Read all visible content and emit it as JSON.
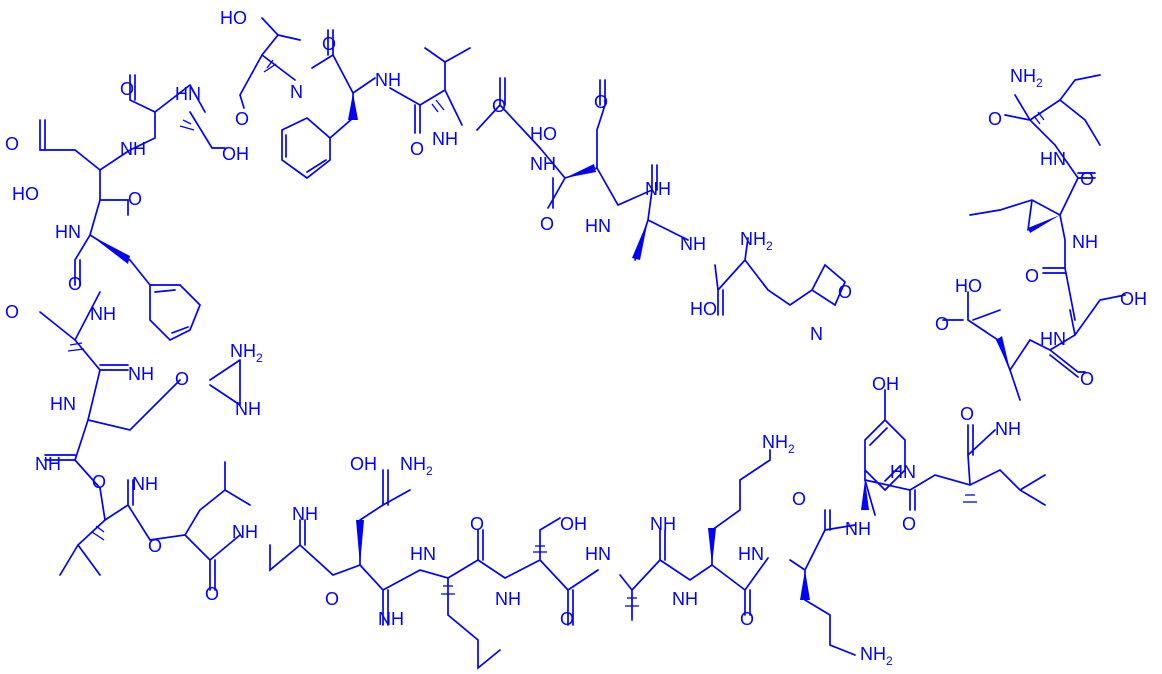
{
  "colors": {
    "bond": "#0000ff",
    "background": "#ffffff"
  },
  "labels": [
    "HO",
    "O",
    "N",
    "NH",
    "HN",
    "NH",
    "O",
    "OH",
    "O",
    "HO",
    "O",
    "HN",
    "O",
    "O",
    "NH",
    "O",
    "HO",
    "O",
    "NH",
    "HN",
    "O",
    "NH",
    "NH",
    "HO",
    "O",
    "NH",
    "O",
    "HN",
    "NH",
    "O",
    "NH",
    "NH",
    "O",
    "NH",
    "O",
    "O",
    "NH",
    "NH",
    "O",
    "OH",
    "NH",
    "HN",
    "O",
    "NH",
    "O",
    "NH",
    "NH",
    "O",
    "NH",
    "O",
    "OH",
    "HN",
    "NH",
    "O",
    "NH",
    "O",
    "HO",
    "O",
    "NH",
    "O",
    "NH",
    "OH",
    "O",
    "NH",
    "O",
    "NH",
    "O",
    "N",
    "NH",
    "OH",
    "NH",
    "O",
    "O",
    "HN",
    "O",
    "HO",
    "O",
    "O",
    "NH",
    "NH"
  ],
  "texts": {
    "nh2_label": "NH",
    "nh2_sub": "2"
  }
}
